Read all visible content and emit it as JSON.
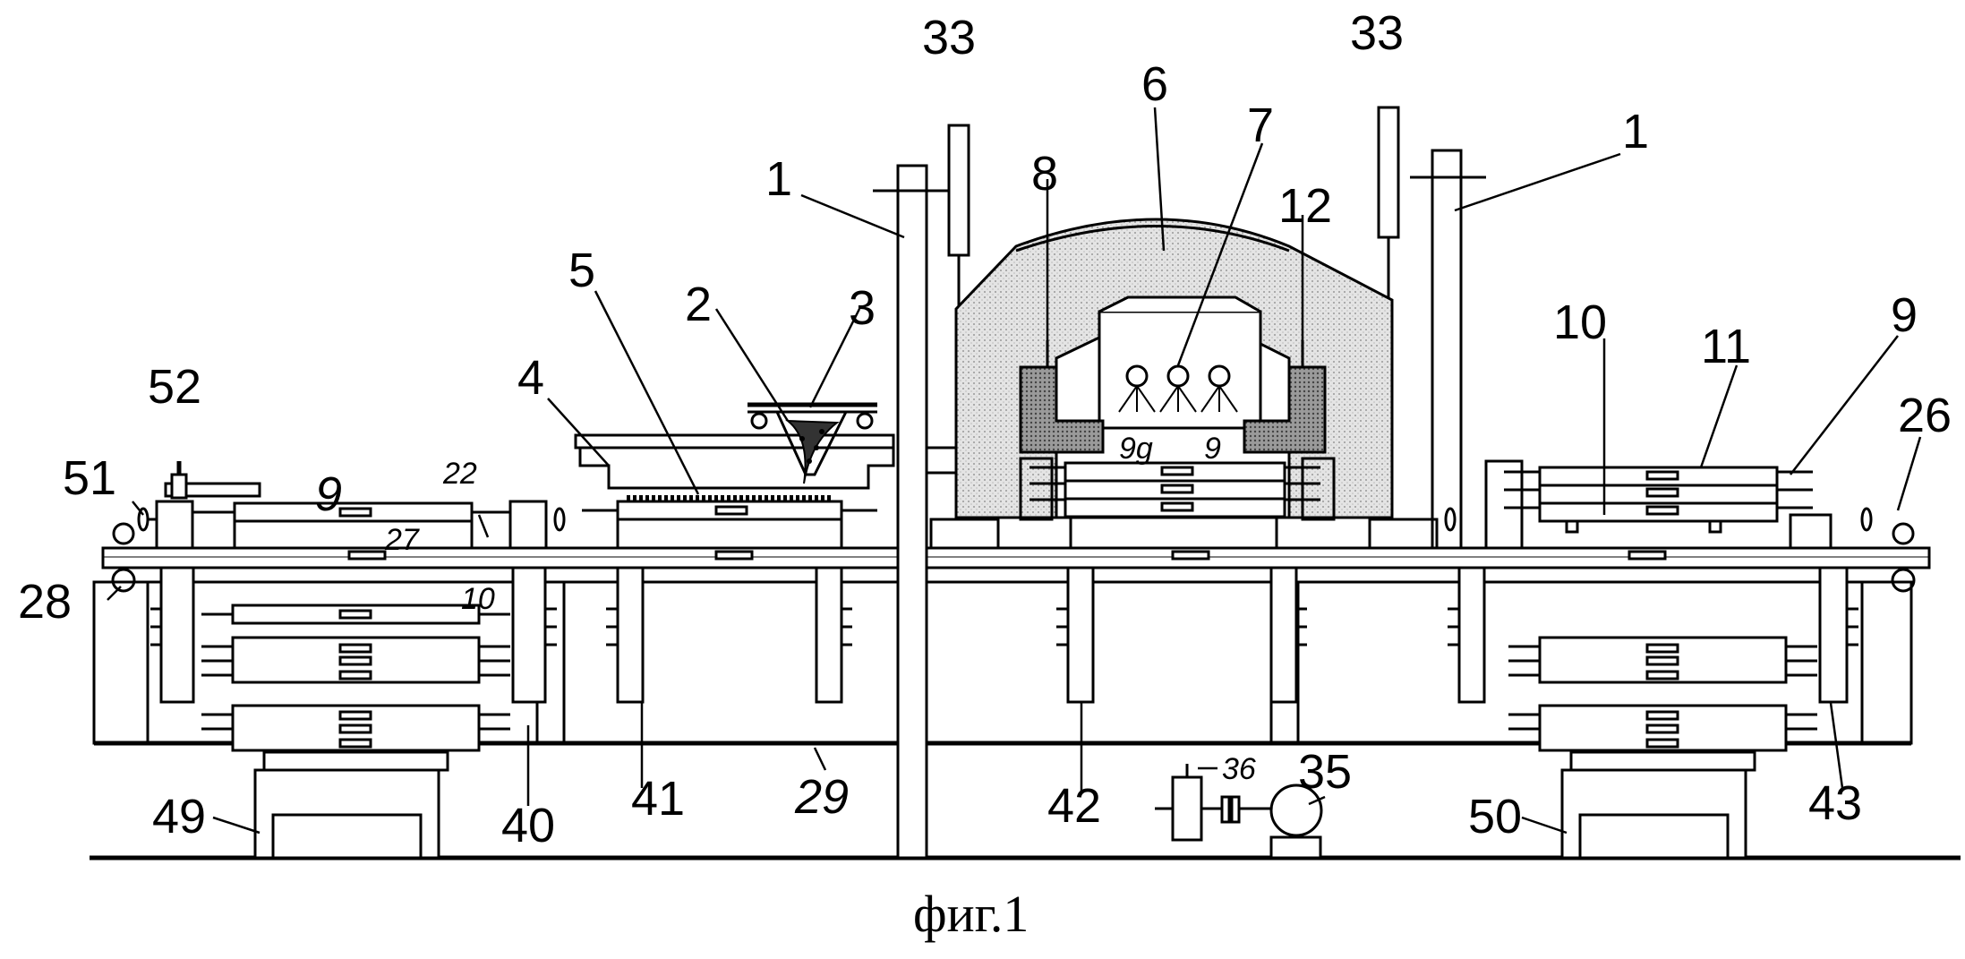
{
  "labels": {
    "l1a": "1",
    "l1b": "1",
    "l2": "2",
    "l3": "3",
    "l4": "4",
    "l5": "5",
    "l6": "6",
    "l7": "7",
    "l8": "8",
    "l9a": "9",
    "l9b": "9",
    "l9c": "9",
    "l9g": "9g",
    "l10a": "10",
    "l10b": "10",
    "l11": "11",
    "l12": "12",
    "l22": "22",
    "l26": "26",
    "l27": "27",
    "l28": "28",
    "l29": "29",
    "l33a": "33",
    "l33b": "33",
    "l35": "35",
    "l36": "36",
    "l40": "40",
    "l41": "41",
    "l42": "42",
    "l43": "43",
    "l49": "49",
    "l50": "50",
    "l51": "51",
    "l52": "52"
  },
  "caption": "фиг.1"
}
